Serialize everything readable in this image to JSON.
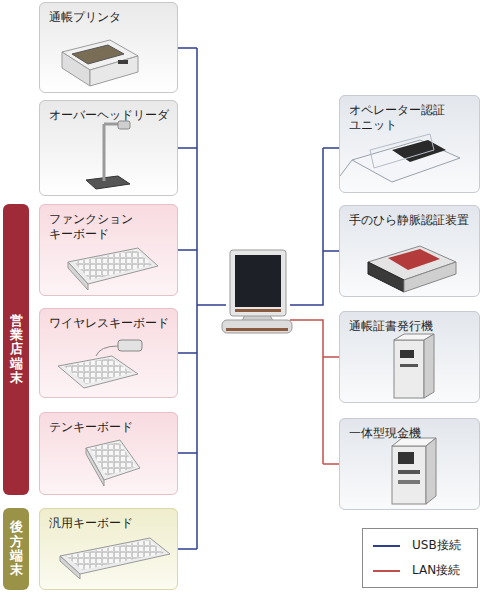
{
  "diagram": {
    "nodes": [
      {
        "text": [
          "通帳プリンタ"
        ]
      },
      {
        "text": [
          "オーバーヘッドリーダ"
        ]
      },
      {
        "text": [
          "営業店端末"
        ]
      },
      {
        "text": [
          "ファンクション キーボード"
        ]
      },
      {
        "text": [
          "ワイヤレスキーボード"
        ]
      },
      {
        "text": [
          "テンキーボード"
        ]
      },
      {
        "text": [
          "後方端末"
        ]
      },
      {
        "text": [
          "汎用キーボード"
        ]
      },
      {
        "text": [
          "オペレーター認証 ユニット"
        ]
      },
      {
        "text": [
          "手のひら静脈認証装置"
        ]
      },
      {
        "text": [
          "通帳証書発行機"
        ]
      },
      {
        "text": [
          "一体型現金機"
        ]
      }
    ],
    "legend": [
      {
        "text": "USB接続"
      },
      {
        "text": "LAN接続"
      }
    ]
  }
}
